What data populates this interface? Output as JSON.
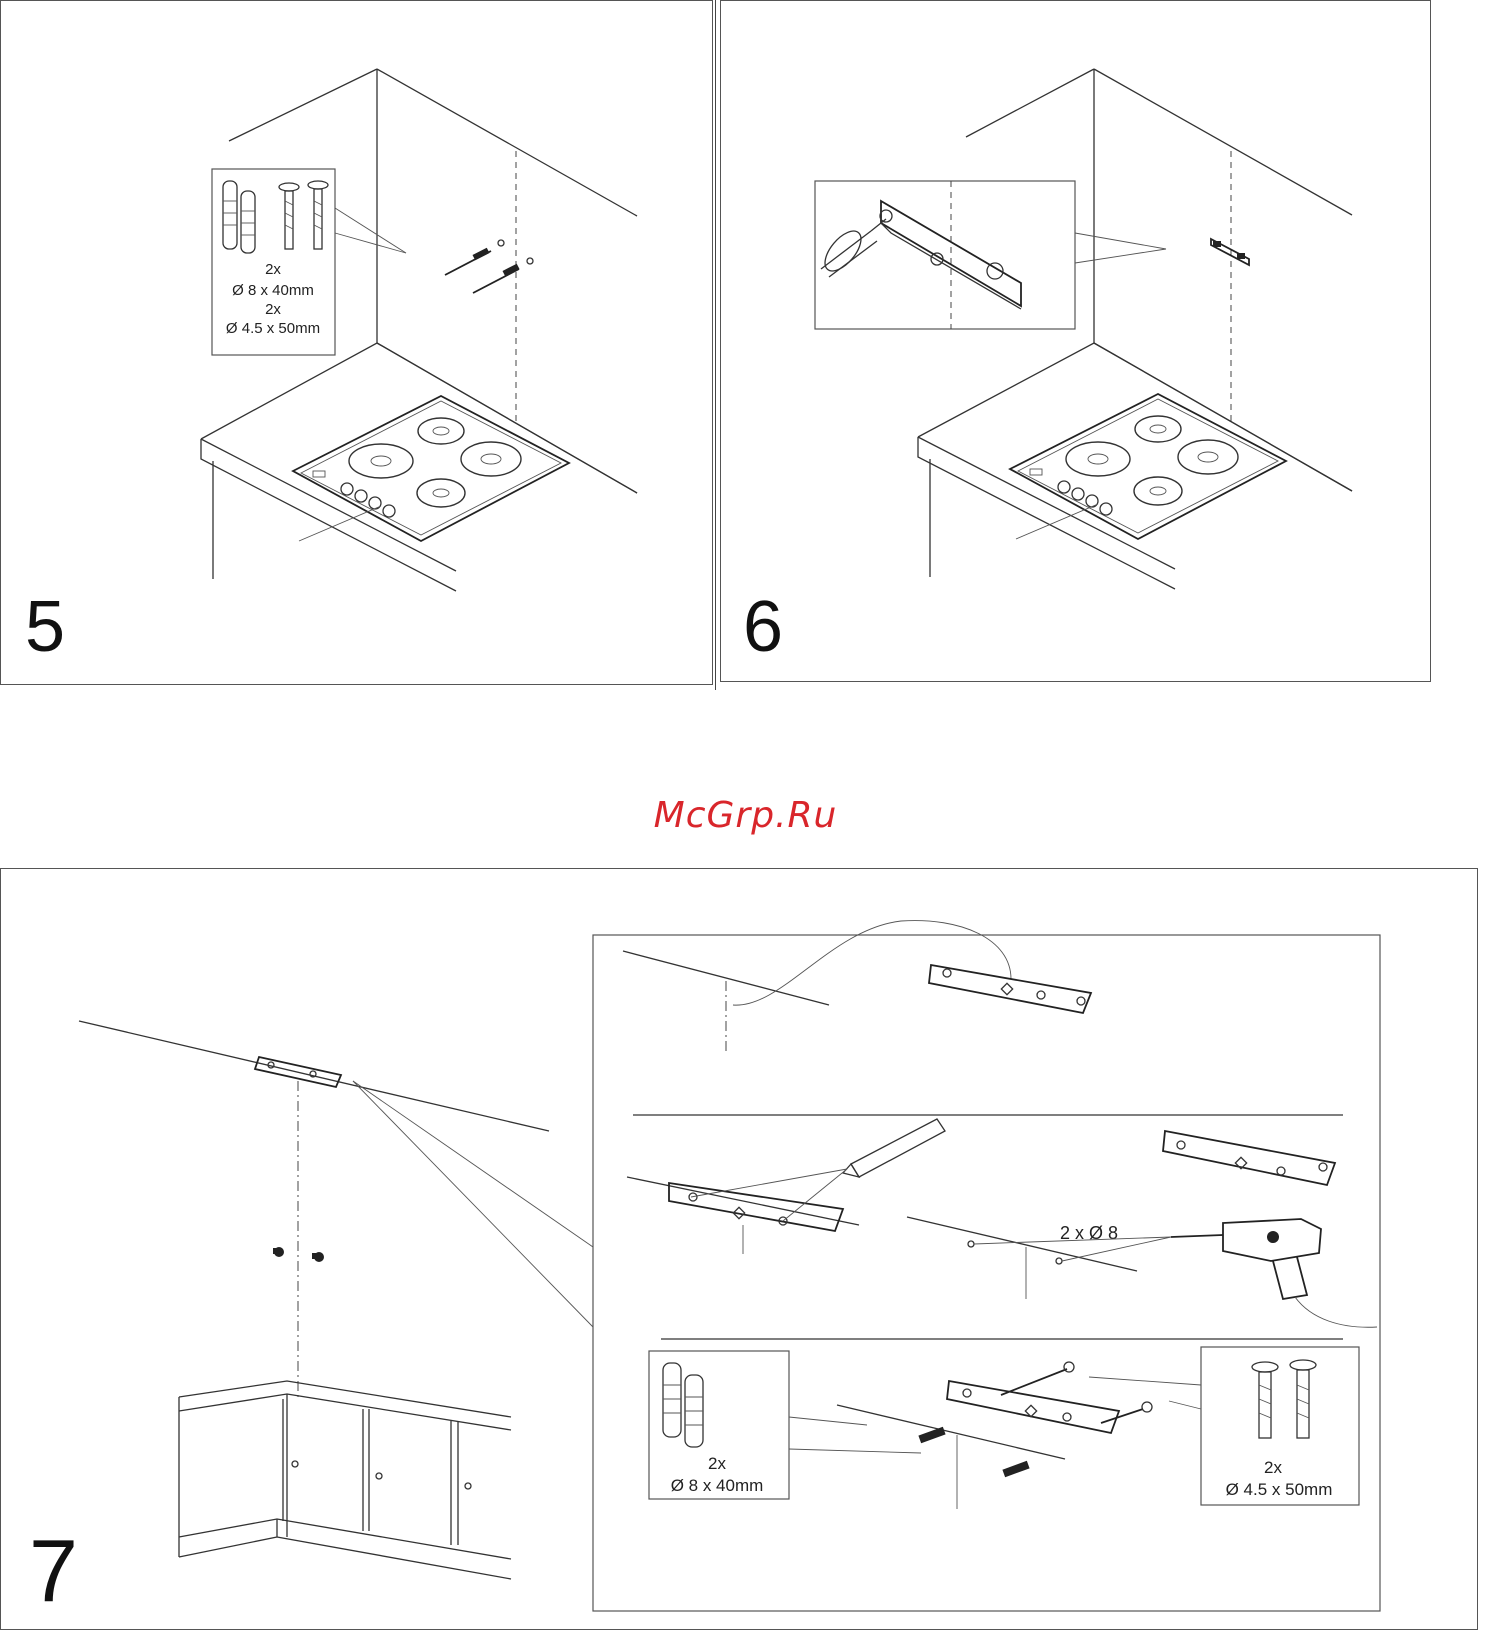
{
  "steps": {
    "step5": {
      "number": "5",
      "parts_label": [
        "2x",
        "Ø 8 x 40mm",
        "2x",
        "Ø 4.5 x 50mm"
      ]
    },
    "step6": {
      "number": "6"
    },
    "step7": {
      "number": "7",
      "drill_label": "2 x Ø 8",
      "plugs_label": [
        "2x",
        "Ø 8 x 40mm"
      ],
      "screws_label": [
        "2x",
        "Ø 4.5 x 50mm"
      ]
    }
  },
  "watermark": "McGrp.Ru"
}
